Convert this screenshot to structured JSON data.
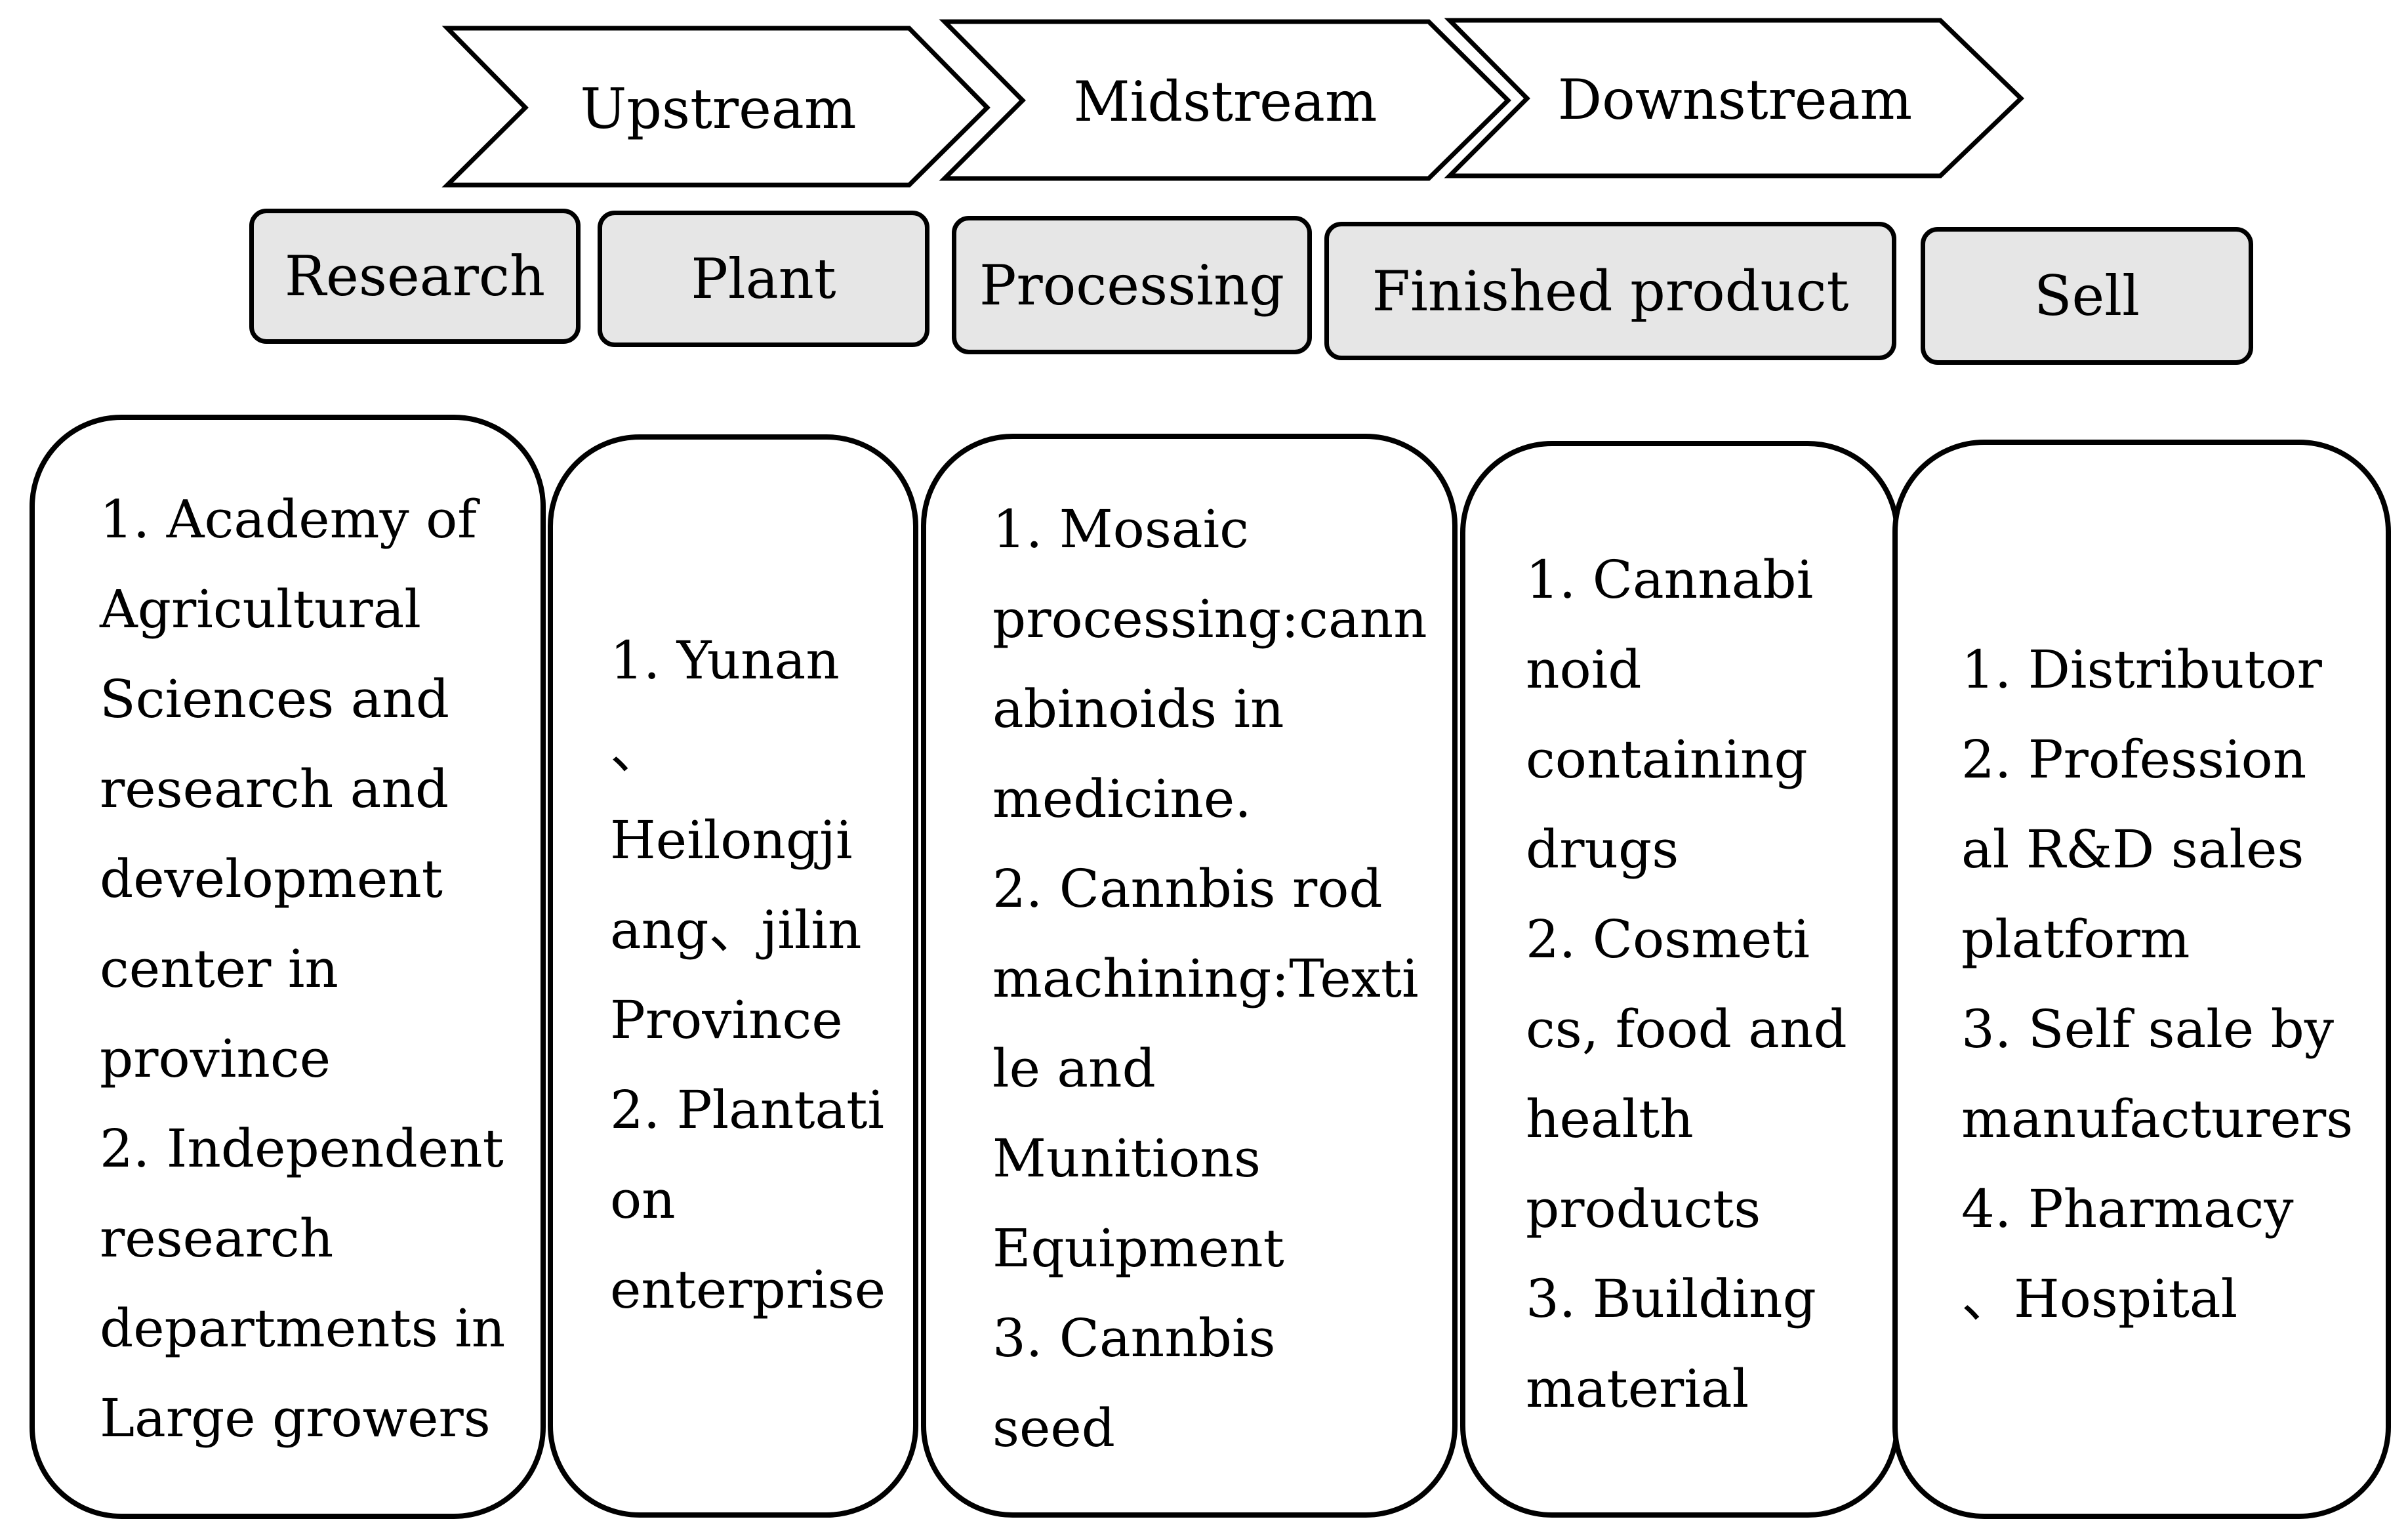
{
  "chain": {
    "phases": [
      {
        "label": "Upstream"
      },
      {
        "label": "Midstream"
      },
      {
        "label": "Downstream"
      }
    ],
    "stages": [
      {
        "label": "Research"
      },
      {
        "label": "Plant"
      },
      {
        "label": "Processing"
      },
      {
        "label": "Finished product"
      },
      {
        "label": "Sell"
      }
    ],
    "details": [
      {
        "lines": [
          "1. Academy of",
          "Agricultural",
          "Sciences and",
          "research and",
          "development",
          "center in",
          "province",
          "2. Independent",
          "research",
          "departments in",
          "Large growers"
        ]
      },
      {
        "lines": [
          "1. Yunan",
          "、",
          "Heilongji",
          "ang、jilin",
          "Province",
          "2. Plantati",
          "on",
          "enterprise"
        ]
      },
      {
        "lines": [
          "1.   Mosaic",
          "processing:cann",
          "abinoids in",
          "medicine.",
          "2.   Cannbis rod",
          "machining:Texti",
          "le and",
          "Munitions",
          "Equipment",
          "3.   Cannbis",
          "seed"
        ]
      },
      {
        "lines": [
          "1.   Cannabi",
          "noid",
          "containing",
          "drugs",
          "2.   Cosmeti",
          "cs, food and",
          "health",
          "products",
          "3.   Building",
          "material"
        ]
      },
      {
        "lines": [
          "1.   Distributor",
          "2.   Profession",
          "al R&D sales",
          "platform",
          "3.   Self sale by",
          "manufacturers",
          "4.   Pharmacy",
          "、Hospital"
        ]
      }
    ]
  }
}
